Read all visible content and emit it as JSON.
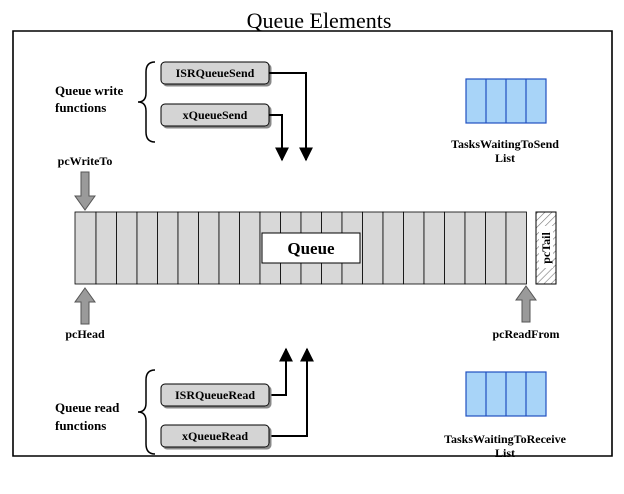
{
  "title": "Queue Elements",
  "queue": {
    "label": "Queue",
    "tail_label": "pcTail"
  },
  "pointers": {
    "write_to": "pcWriteTo",
    "head": "pcHead",
    "read_from": "pcReadFrom"
  },
  "write_group": {
    "label_line1": "Queue write",
    "label_line2": "functions",
    "functions": [
      "ISRQueueSend",
      "xQueueSend"
    ]
  },
  "read_group": {
    "label_line1": "Queue read",
    "label_line2": "functions",
    "functions": [
      "ISRQueueRead",
      "xQueueRead"
    ]
  },
  "lists": {
    "send_line1": "TasksWaitingToSend",
    "send_line2": "List",
    "receive_line1": "TasksWaitingToReceive",
    "receive_line2": "List"
  },
  "colors": {
    "cell_fill": "#d8d8d8",
    "function_box_fill": "#d4d4d4",
    "list_fill": "#a8d4f8",
    "list_stroke": "#2050c0",
    "pointer_arrow_fill": "#9a9a9a"
  }
}
